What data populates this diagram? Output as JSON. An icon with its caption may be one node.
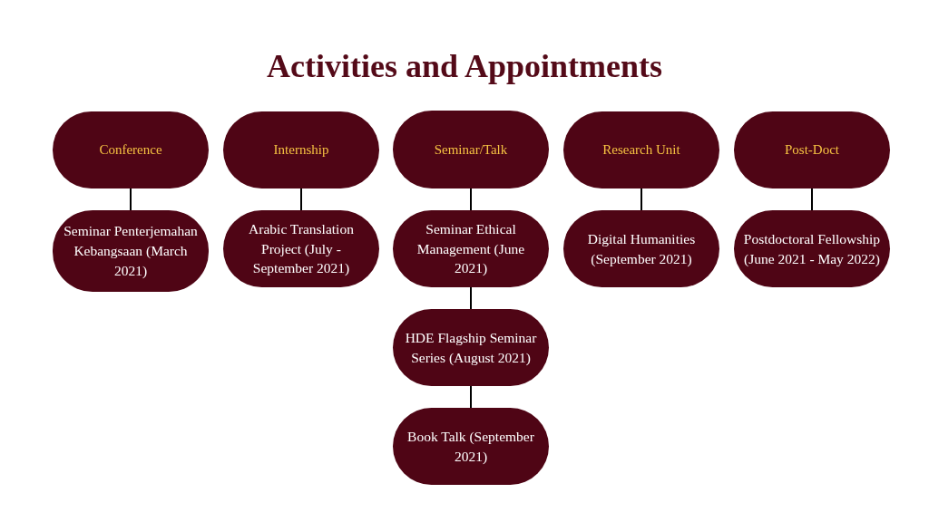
{
  "diagram": {
    "title": "Activities and Appointments",
    "nodes": [
      {
        "text": [
          "Conference"
        ]
      },
      {
        "text": [
          "Internship"
        ]
      },
      {
        "text": [
          "Seminar/Talk"
        ]
      },
      {
        "text": [
          "Research Unit"
        ]
      },
      {
        "text": [
          "Post-Doct"
        ]
      },
      {
        "text": [
          "Seminar Penterjemahan Kebangsaan (March 2021)"
        ]
      },
      {
        "text": [
          "Arabic Translation Project (July - September 2021)"
        ]
      },
      {
        "text": [
          "Seminar Ethical Management (June 2021)"
        ]
      },
      {
        "text": [
          "Digital Humanities (September 2021)"
        ]
      },
      {
        "text": [
          "Postdoctoral Fellowship (June 2021 - May 2022)"
        ]
      },
      {
        "text": [
          "HDE Flagship Seminar Series (August 2021)"
        ]
      },
      {
        "text": [
          "Book Talk (September 2021)"
        ]
      }
    ],
    "edges": [
      {
        "from": 0,
        "to": 5,
        "arrow": "none"
      },
      {
        "from": 1,
        "to": 6,
        "arrow": "none"
      },
      {
        "from": 2,
        "to": 7,
        "arrow": "none"
      },
      {
        "from": 3,
        "to": 8,
        "arrow": "none"
      },
      {
        "from": 4,
        "to": 9,
        "arrow": "none"
      },
      {
        "from": 7,
        "to": 10,
        "arrow": "none"
      },
      {
        "from": 10,
        "to": 11,
        "arrow": "none"
      }
    ]
  }
}
